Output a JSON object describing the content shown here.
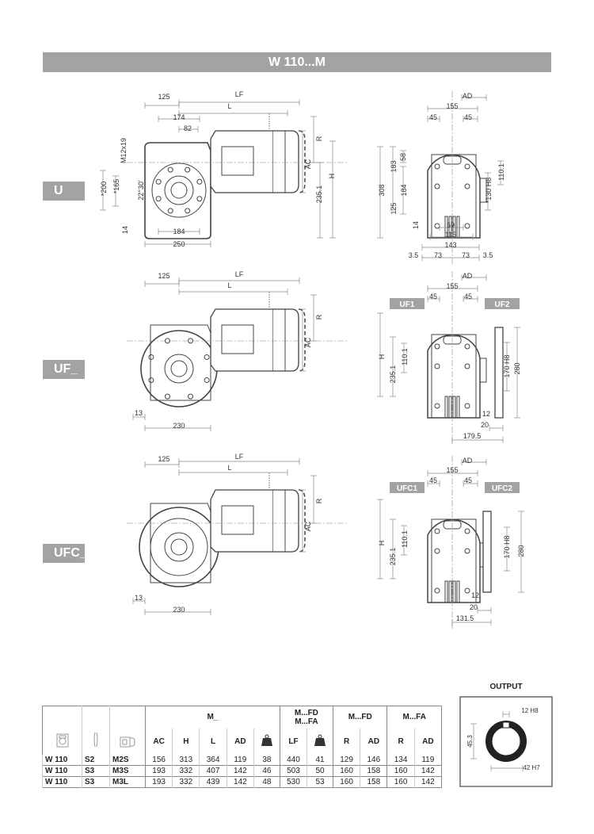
{
  "header": {
    "title": "W 110...M"
  },
  "side_labels": {
    "u": "U",
    "uf": "UF_",
    "ufc": "UFC_"
  },
  "u_front": {
    "d125": "125",
    "lf": "LF",
    "l": "L",
    "d174": "174",
    "d82": "82",
    "m12": "M12x19",
    "d200": "*200",
    "d165": "*165",
    "angle": "22°30'",
    "d14": "14",
    "d184": "184",
    "d250": "250",
    "r": "R",
    "ac": "AC",
    "h": "H",
    "d2351": "235.1"
  },
  "u_side": {
    "ad": "AD",
    "d155": "155",
    "d45a": "45",
    "d45b": "45",
    "d308": "308",
    "d183": "183",
    "d58": "58",
    "d184": "184",
    "d125": "125",
    "d14": "14",
    "d1101": "110.1",
    "d130": "*130 H8",
    "d69": "69",
    "d115": "115",
    "d143": "143",
    "d35a": "3.5",
    "d73a": "73",
    "d73b": "73",
    "d35b": "3.5"
  },
  "uf_front": {
    "d125": "125",
    "lf": "LF",
    "l": "L",
    "r": "R",
    "ac": "AC",
    "d13": "13",
    "d230": "230"
  },
  "uf_side": {
    "ad": "AD",
    "d155": "155",
    "d45a": "45",
    "d45b": "45",
    "tag1": "UF1",
    "tag2": "UF2",
    "h": "H",
    "d1101": "110.1",
    "d2351": "235.1",
    "d170": "170 H8",
    "d280": "280",
    "d12": "12",
    "d20": "20",
    "d1795": "179.5"
  },
  "ufc_front": {
    "d125": "125",
    "lf": "LF",
    "l": "L",
    "r": "R",
    "ac": "AC",
    "d13": "13",
    "d230": "230"
  },
  "ufc_side": {
    "ad": "AD",
    "d155": "155",
    "d45a": "45",
    "d45b": "45",
    "tag1": "UFC1",
    "tag2": "UFC2",
    "h": "H",
    "d1101": "110.1",
    "d2351": "235.1",
    "d170": "170 H8",
    "d280": "280",
    "d12": "12",
    "d20": "20",
    "d1315": "131.5"
  },
  "output": {
    "title": "OUTPUT",
    "d12": "12 H8",
    "d453": "45.3",
    "d42": "42 H7"
  },
  "table": {
    "group_m": "M_",
    "group_lf_1": "M...FD",
    "group_lf_2": "M...FA",
    "group_fd": "M...FD",
    "group_fa": "M...FA",
    "cols": [
      "AC",
      "H",
      "L",
      "AD",
      "LF",
      "R",
      "AD",
      "R",
      "AD"
    ],
    "rows": [
      [
        "W 110",
        "S2",
        "M2S",
        "156",
        "313",
        "364",
        "119",
        "38",
        "440",
        "41",
        "129",
        "146",
        "134",
        "119"
      ],
      [
        "W 110",
        "S3",
        "M3S",
        "193",
        "332",
        "407",
        "142",
        "46",
        "503",
        "50",
        "160",
        "158",
        "160",
        "142"
      ],
      [
        "W 110",
        "S3",
        "M3L",
        "193",
        "332",
        "439",
        "142",
        "48",
        "530",
        "53",
        "160",
        "158",
        "160",
        "142"
      ]
    ]
  }
}
